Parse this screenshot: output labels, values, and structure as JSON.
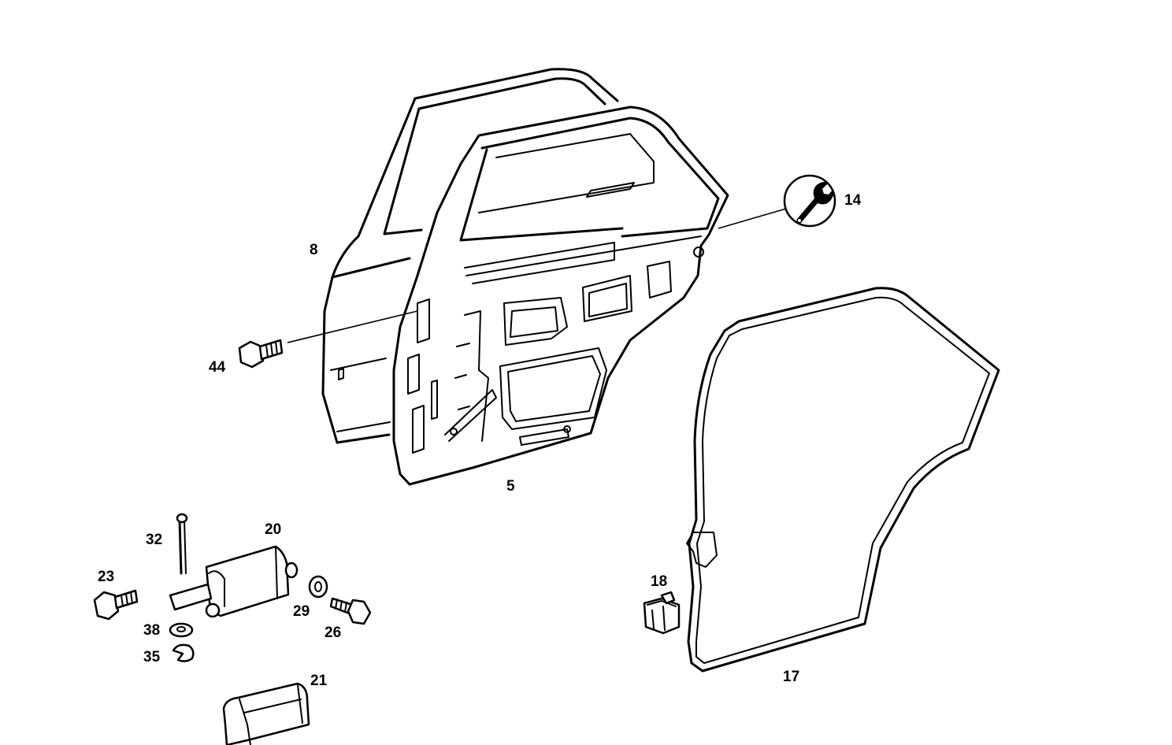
{
  "labels": {
    "p8": "8",
    "p5": "5",
    "p14": "14",
    "p44": "44",
    "p32": "32",
    "p20": "20",
    "p23": "23",
    "p29": "29",
    "p26": "26",
    "p38": "38",
    "p35": "35",
    "p21": "21",
    "p18": "18",
    "p17": "17"
  },
  "icons": {
    "wrench": "wrench-icon"
  }
}
